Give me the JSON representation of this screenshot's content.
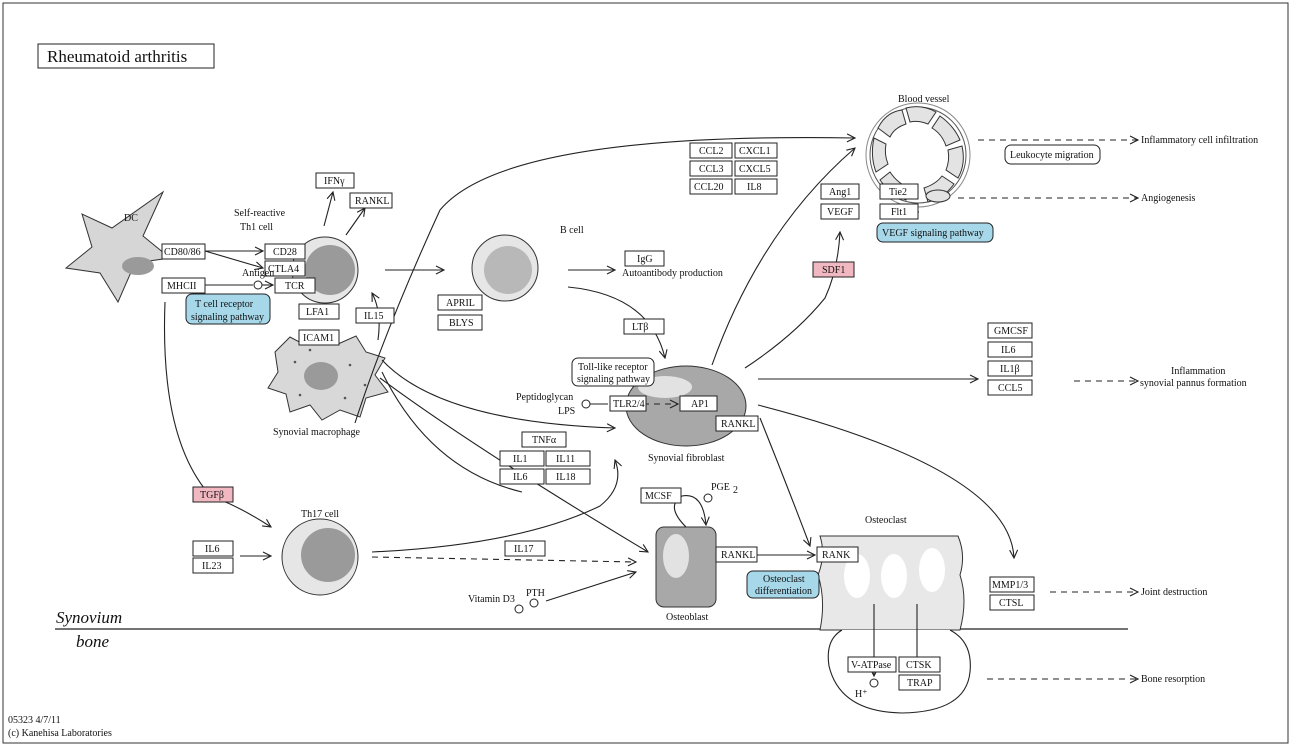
{
  "title": "Rheumatoid arthritis",
  "footer": {
    "line1": "05323 4/7/11",
    "line2": "(c) Kanehisa Laboratories"
  },
  "regions": {
    "synovium": "Synovium",
    "bone": "bone"
  },
  "cells": {
    "dc": "DC",
    "th1": [
      "Self-reactive",
      "Th1 cell"
    ],
    "b_cell": "B cell",
    "macrophage": "Synovial macrophage",
    "fibroblast": "Synovial fibroblast",
    "th17": "Th17 cell",
    "osteoblast": "Osteoblast",
    "osteoclast": "Osteoclast",
    "blood_vessel": "Blood vessel"
  },
  "genes": {
    "ifng": "IFNγ",
    "rankl_th1": "RANKL",
    "cd8086": "CD80/86",
    "mhcii": "MHCII",
    "cd28": "CD28",
    "ctla4": "CTLA4",
    "tcr": "TCR",
    "lfa1": "LFA1",
    "icam1": "ICAM1",
    "il15": "IL15",
    "april": "APRIL",
    "blys": "BLYS",
    "igg": "IgG",
    "ltb": "LTβ",
    "ccl2": "CCL2",
    "cxcl1": "CXCL1",
    "ccl3": "CCL3",
    "cxcl5": "CXCL5",
    "ccl20": "CCL20",
    "il8": "IL8",
    "ang1": "Ang1",
    "tie2": "Tie2",
    "vegf": "VEGF",
    "flt1": "Flt1",
    "tlr24": "TLR2/4",
    "ap1": "AP1",
    "rankl_fib": "RANKL",
    "tnfa": "TNFα",
    "il1": "IL1",
    "il11": "IL11",
    "il6": "IL6",
    "il18": "IL18",
    "gmcsf": "GMCSF",
    "il6b": "IL6",
    "il1b": "IL1β",
    "ccl5": "CCL5",
    "tgfb": "TGFβ",
    "il6c": "IL6",
    "il23": "IL23",
    "il17": "IL17",
    "mcsf": "MCSF",
    "rankl_ob": "RANKL",
    "rank": "RANK",
    "mmp13": "MMP1/3",
    "ctsl": "CTSL",
    "vatpase": "V-ATPase",
    "ctsk": "CTSK",
    "trap": "TRAP",
    "sdf1": "SDF1"
  },
  "compounds": {
    "antigen": "Antigen",
    "peptidoglycan": "Peptidoglycan",
    "lps": "LPS",
    "pge2": "PGE",
    "pge2_sub": "2",
    "vitd3": "Vitamin D3",
    "pth": "PTH",
    "hplus": "H⁺"
  },
  "pathways": {
    "tcr": [
      "T cell receptor",
      "signaling pathway"
    ],
    "tlr": [
      "Toll-like receptor",
      "signaling pathway"
    ],
    "vegf": "VEGF signaling pathway",
    "osteoclast": [
      "Osteoclast",
      "differentiation"
    ],
    "leukocyte": "Leukocyte migration"
  },
  "outcomes": {
    "autoantibody": "Autoantibody production",
    "infiltration": "Inflammatory cell infiltration",
    "angiogenesis": "Angiogenesis",
    "inflammation": [
      "Inflammation",
      "synovial pannus formation"
    ],
    "joint": "Joint destruction",
    "bone_resorption": "Bone resorption"
  },
  "colors": {
    "pink": "#f2b8c2",
    "blue": "#a6d8ea",
    "cell_gray": "#d8d8d8",
    "nucleus": "#9a9a9a"
  }
}
